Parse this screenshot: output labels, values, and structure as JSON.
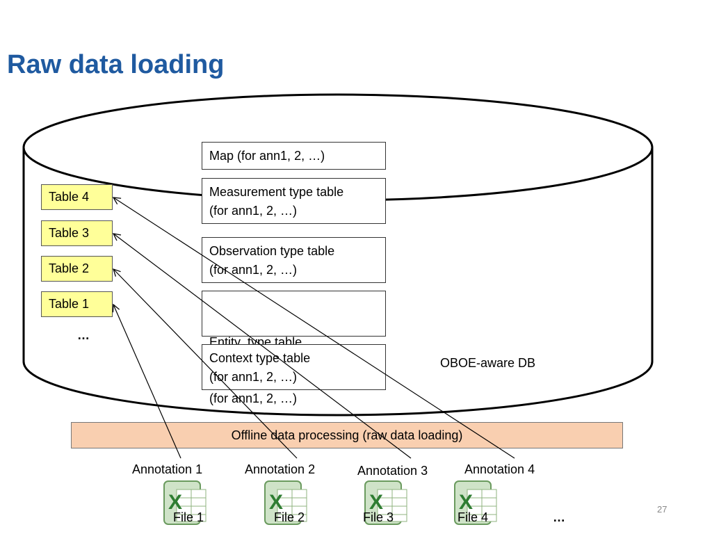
{
  "title": "Raw data loading",
  "center_boxes": [
    {
      "line1": "Map (for ann1, 2, …)",
      "line2": ""
    },
    {
      "line1": "Measurement type table",
      "line2": "(for ann1, 2, …)"
    },
    {
      "line1": "Observation type table",
      "line2": "(for ann1, 2, …)"
    },
    {
      "line1": "Entity  type table",
      "line2": "(for ann1, 2, …)"
    },
    {
      "line1": "Context type table",
      "line2": "(for ann1, 2, …)"
    }
  ],
  "tables": [
    "Table 4",
    "Table 3",
    "Table 2",
    "Table 1"
  ],
  "tables_ellipsis": "…",
  "db_label": "OBOE-aware DB",
  "process_label": "Offline data processing (raw data loading)",
  "annotations": [
    "Annotation 1",
    "Annotation 2",
    "Annotation 3",
    "Annotation 4"
  ],
  "files": [
    "File 1",
    "File 2",
    "File 3",
    "File 4"
  ],
  "files_ellipsis": "…",
  "file_icon": "excel-spreadsheet-icon",
  "page_number": "27",
  "colors": {
    "title": "#1f5aa0",
    "table_fill": "#ffff99",
    "process_fill": "#f9cfb0",
    "excel_green": "#2e7d32"
  }
}
